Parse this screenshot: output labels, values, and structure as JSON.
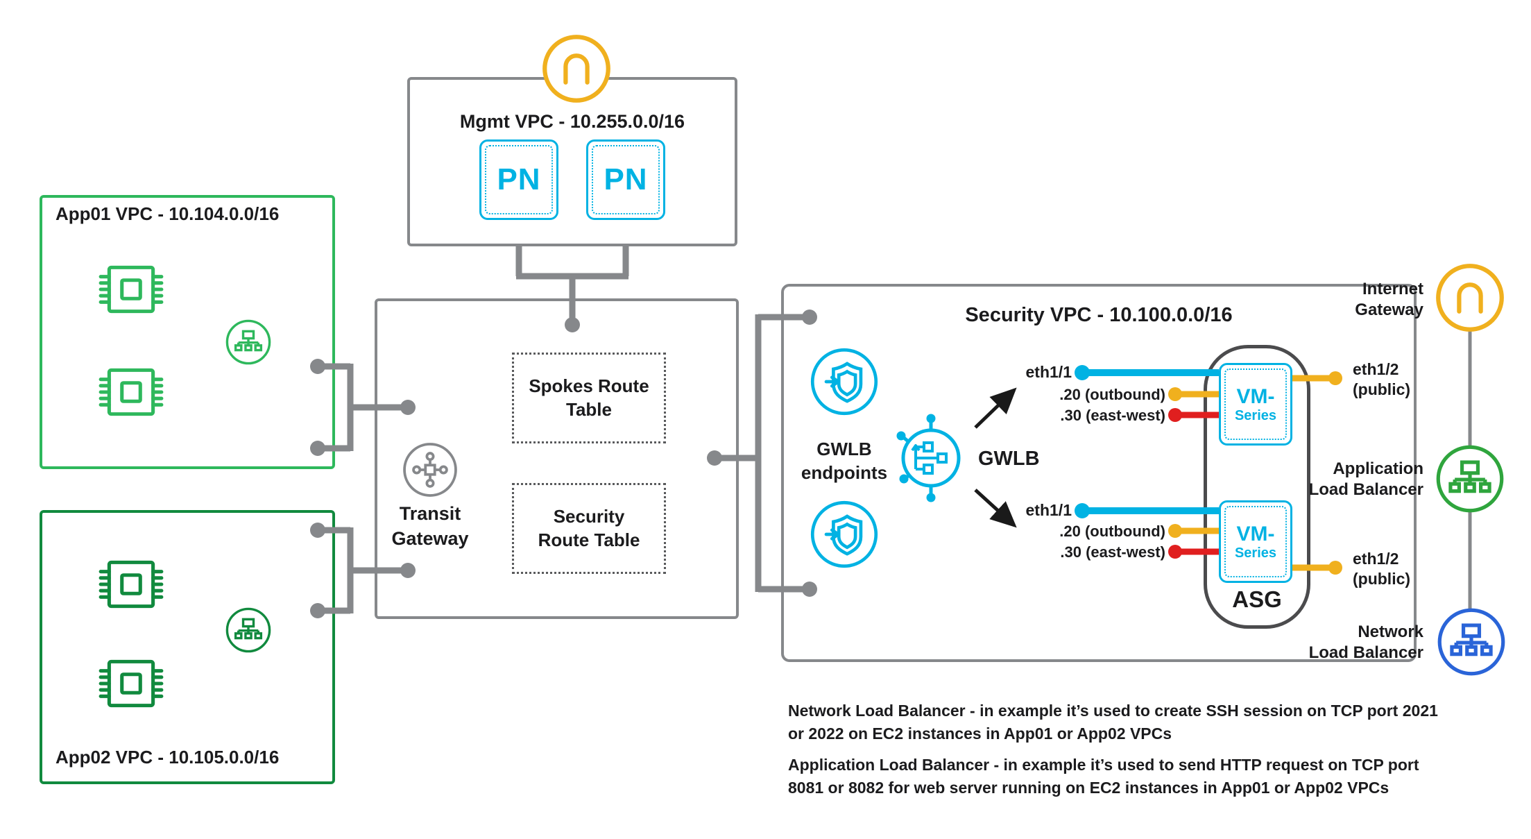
{
  "colors": {
    "cyan": "#00b2e3",
    "yellow": "#f0b01e",
    "app01_green": "#2eb85c",
    "app02_green": "#118a3e",
    "alb_green": "#2fa53d",
    "nlb_blue": "#2a64d8",
    "red": "#e01f1f",
    "gray": "#86888b"
  },
  "app01_vpc": {
    "title": "App01 VPC - 10.104.0.0/16"
  },
  "app02_vpc": {
    "title": "App02 VPC - 10.105.0.0/16"
  },
  "mgmt_vpc": {
    "title": "Mgmt VPC - 10.255.0.0/16",
    "node1": "PN",
    "node2": "PN"
  },
  "transit_gateway": {
    "label": "Transit\nGateway",
    "spokes_route_table": "Spokes Route\nTable",
    "security_route_table": "Security\nRoute Table"
  },
  "security_vpc": {
    "title": "Security VPC - 10.100.0.0/16",
    "gwlb_endpoints": "GWLB\nendpoints",
    "gwlb": "GWLB",
    "asg": "ASG",
    "vm_line1": "VM-",
    "vm_line2": "Series",
    "ports": {
      "eth11": "eth1/1",
      "outbound": ".20 (outbound)",
      "east_west": ".30 (east-west)",
      "eth12": "eth1/2\n(public)"
    }
  },
  "right_rail": {
    "internet_gateway": "Internet\nGateway",
    "application_load_balancer": "Application\nLoad Balancer",
    "network_load_balancer": "Network\nLoad Balancer"
  },
  "notes": {
    "nlb": "Network Load Balancer - in example it’s used to create SSH session on TCP port 2021\nor 2022 on EC2 instances in App01 or App02 VPCs",
    "alb": "Application Load Balancer - in example it’s used to send HTTP request on TCP port\n8081 or 8082 for web server running on EC2 instances in App01 or App02 VPCs"
  }
}
